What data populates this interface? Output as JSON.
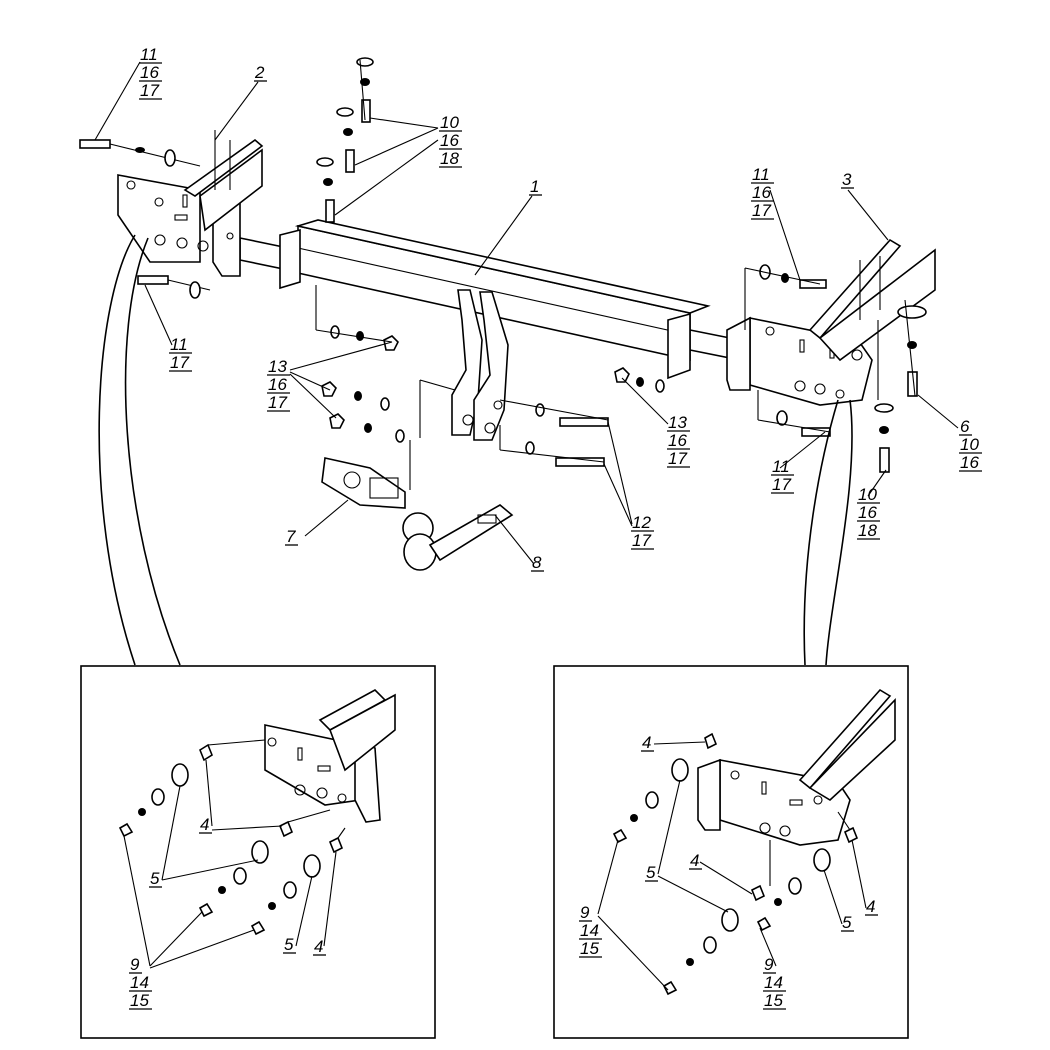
{
  "callouts": {
    "c_tl": [
      "11",
      "16",
      "17"
    ],
    "c_2": [
      "2"
    ],
    "c_10_top": [
      "10",
      "16",
      "18"
    ],
    "c_1": [
      "1"
    ],
    "c_11_left": [
      "11",
      "17"
    ],
    "c_13": [
      "13",
      "16",
      "17"
    ],
    "c_13_right": [
      "13",
      "16",
      "17"
    ],
    "c_7": [
      "7"
    ],
    "c_8": [
      "8"
    ],
    "c_12": [
      "12",
      "17"
    ],
    "c_tr": [
      "11",
      "16",
      "17"
    ],
    "c_3": [
      "3"
    ],
    "c_6": [
      "6",
      "10",
      "16"
    ],
    "c_11_right": [
      "11",
      "17"
    ],
    "c_10_right": [
      "10",
      "16",
      "18"
    ],
    "c_inset_l_5a": [
      "5"
    ],
    "c_inset_l_4a": [
      "4"
    ],
    "c_inset_l_9": [
      "9",
      "14",
      "15"
    ],
    "c_inset_l_5b": [
      "5"
    ],
    "c_inset_l_4b": [
      "4"
    ],
    "c_inset_r_4a": [
      "4"
    ],
    "c_inset_r_5a": [
      "5"
    ],
    "c_inset_r_4b": [
      "4"
    ],
    "c_inset_r_9a": [
      "9",
      "14",
      "15"
    ],
    "c_inset_r_9b": [
      "9",
      "14",
      "15"
    ],
    "c_inset_r_5b": [
      "5"
    ],
    "c_inset_r_4c": [
      "4"
    ]
  }
}
